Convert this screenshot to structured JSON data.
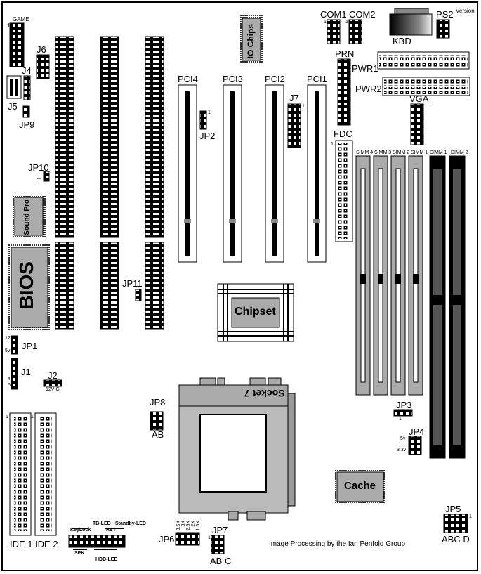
{
  "connectors": {
    "game": "GAME",
    "j6": "J6",
    "j4": "J4",
    "j5": "J5",
    "jp9": "JP9",
    "jp10": "JP10",
    "jp11": "JP11",
    "jp1": "JP1",
    "jp1_pin": "12",
    "jp1_5v": "5v",
    "j1": "J1",
    "j1_pin4": "4",
    "j1_pin5": "5",
    "j2": "J2",
    "j2_sub": "12V G",
    "com1": "COM1",
    "com2": "COM2",
    "kbd": "KBD",
    "ps2": "PS2",
    "version": "Version",
    "prn": "PRN",
    "pwr1": "PWR1",
    "pwr2": "PWR2",
    "vga": "VGA",
    "pci4": "PCI4",
    "pci3": "PCI3",
    "pci2": "PCI2",
    "pci1": "PCI1",
    "jp2": "JP2",
    "j7": "J7",
    "fdc": "FDC",
    "simm4": "SIMM 4",
    "simm3": "SIMM 3",
    "simm2": "SIMM 2",
    "simm1": "SIMM 1",
    "dimm1": "DIMM 1",
    "dimm2": "DIMM 2",
    "jp3": "JP3",
    "jp4": "JP4",
    "jp4_5v": "5v",
    "jp4_33v": "3.3v",
    "jp5": "JP5",
    "jp5_sub": "ABC D",
    "jp6": "JP6",
    "jp7": "JP7",
    "jp7_sub": "AB C",
    "jp8": "JP8",
    "jp8_sub": "AB",
    "ide1": "IDE 1",
    "ide2": "IDE 2",
    "pin1": "1",
    "plus": "+"
  },
  "chips": {
    "io": "IO Chips",
    "sound": "Sound Pro",
    "bios": "BIOS",
    "chipset": "Chipset",
    "socket": "Socket 7",
    "cache": "Cache"
  },
  "panel": {
    "keylock": "KeyLock",
    "tb_led": "TB-LED",
    "rst": "RST",
    "standby_led": "Standby-LED",
    "spk": "SPK",
    "hdd_led": "HDD-LED"
  },
  "jp6_cols": [
    "3.5X",
    "3X",
    "2.5X",
    "2X",
    "1.5X"
  ],
  "credit": "Image Processing by the Ian Penfold Group"
}
